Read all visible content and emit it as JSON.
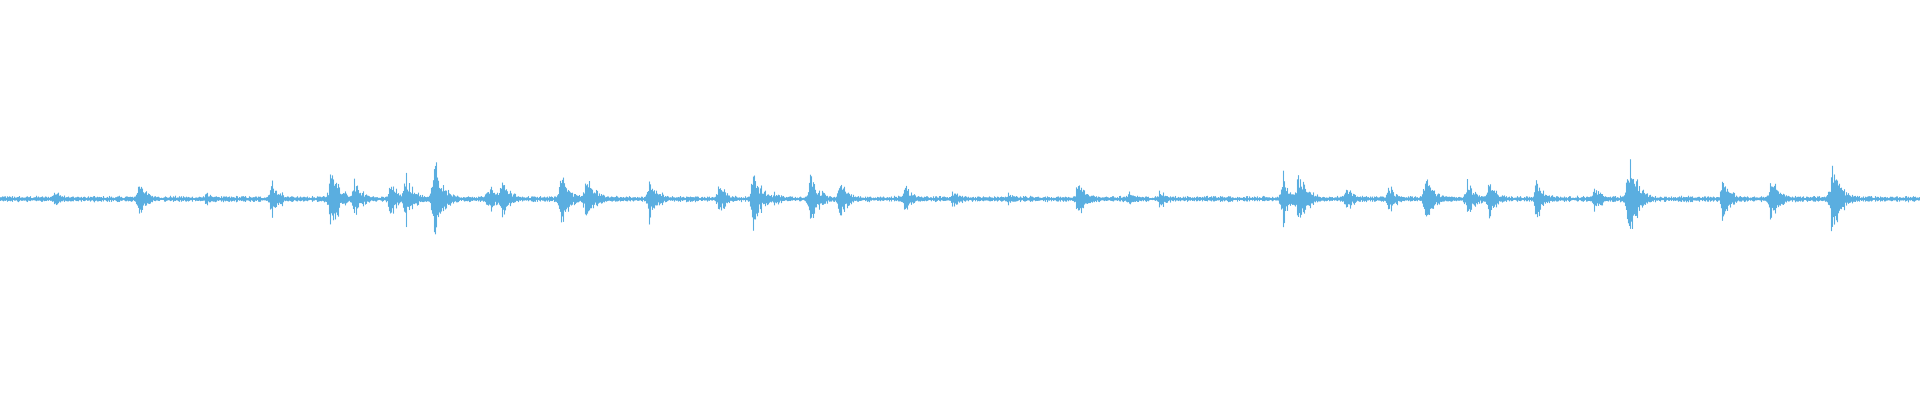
{
  "waveform": {
    "color": "#5aaee0",
    "background": "#ffffff",
    "baseline_amplitude": 0.012,
    "peaks_normalized_time_and_amplitude": [
      [
        0.028,
        0.05
      ],
      [
        0.072,
        0.09
      ],
      [
        0.107,
        0.04
      ],
      [
        0.141,
        0.1
      ],
      [
        0.172,
        0.17
      ],
      [
        0.184,
        0.1
      ],
      [
        0.203,
        0.09
      ],
      [
        0.211,
        0.13
      ],
      [
        0.226,
        0.2
      ],
      [
        0.254,
        0.08
      ],
      [
        0.261,
        0.1
      ],
      [
        0.292,
        0.13
      ],
      [
        0.305,
        0.14
      ],
      [
        0.338,
        0.11
      ],
      [
        0.374,
        0.08
      ],
      [
        0.392,
        0.15
      ],
      [
        0.403,
        0.04
      ],
      [
        0.422,
        0.13
      ],
      [
        0.437,
        0.1
      ],
      [
        0.471,
        0.08
      ],
      [
        0.496,
        0.05
      ],
      [
        0.525,
        0.03
      ],
      [
        0.561,
        0.1
      ],
      [
        0.588,
        0.04
      ],
      [
        0.604,
        0.05
      ],
      [
        0.668,
        0.13
      ],
      [
        0.676,
        0.16
      ],
      [
        0.701,
        0.07
      ],
      [
        0.723,
        0.07
      ],
      [
        0.742,
        0.14
      ],
      [
        0.764,
        0.1
      ],
      [
        0.775,
        0.09
      ],
      [
        0.8,
        0.11
      ],
      [
        0.83,
        0.07
      ],
      [
        0.848,
        0.24
      ],
      [
        0.897,
        0.11
      ],
      [
        0.922,
        0.11
      ],
      [
        0.954,
        0.2
      ]
    ]
  }
}
